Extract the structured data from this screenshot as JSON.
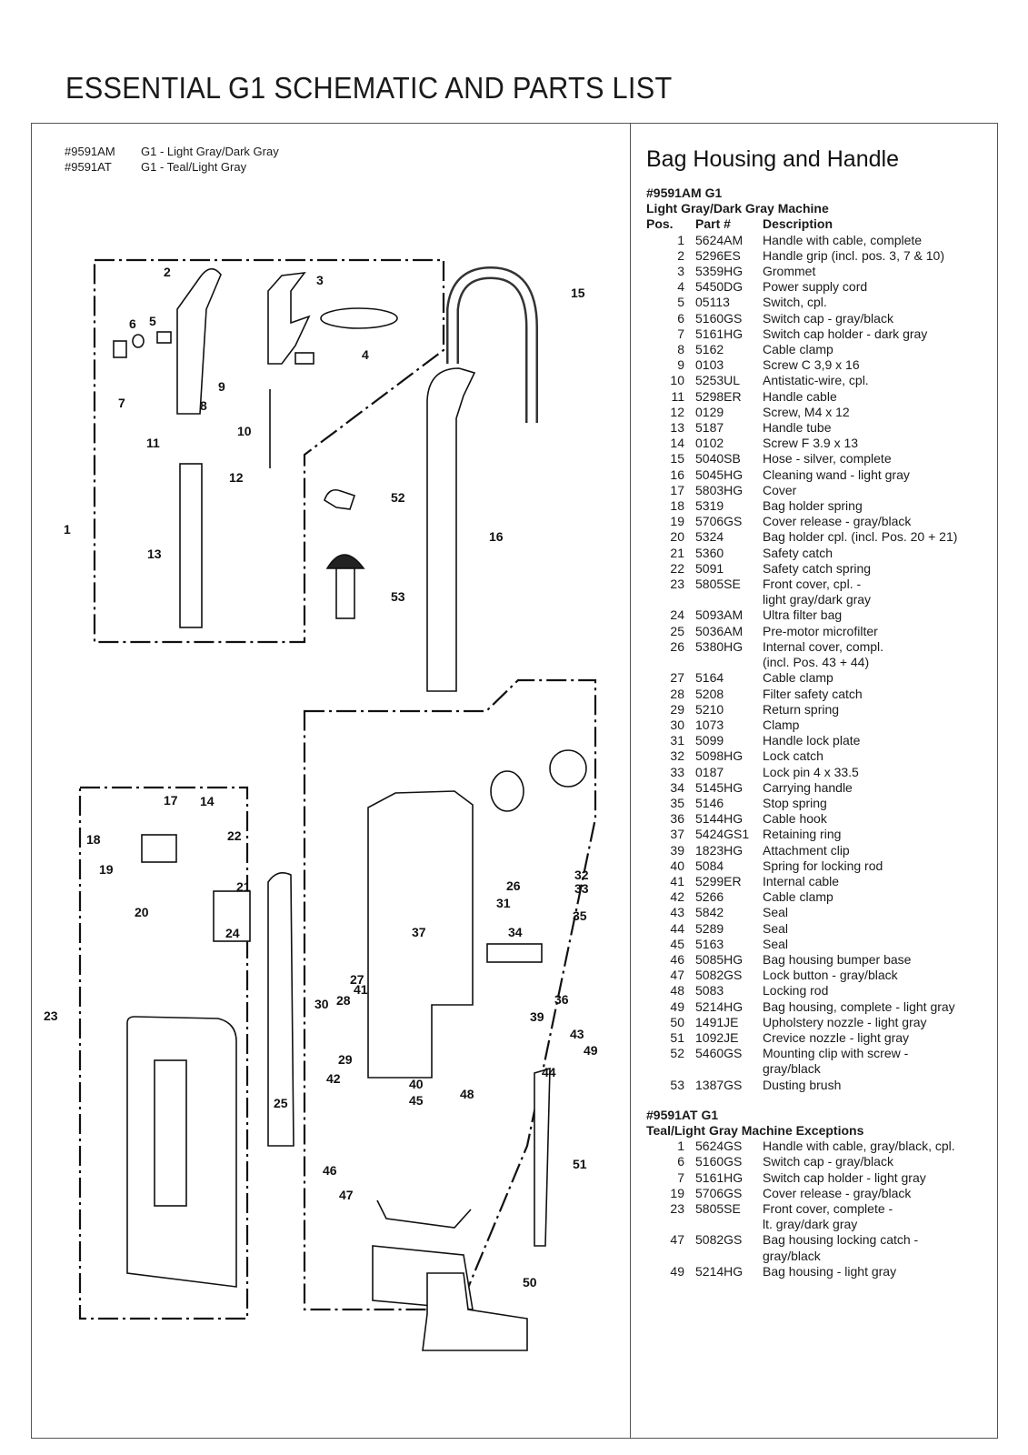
{
  "title": "ESSENTIAL G1 SCHEMATIC AND PARTS LIST",
  "models": [
    {
      "code": "#9591AM",
      "name": "G1 - Light Gray/Dark Gray"
    },
    {
      "code": "#9591AT",
      "name": "G1 - Teal/Light Gray"
    }
  ],
  "diagram": {
    "callouts": [
      "1",
      "2",
      "3",
      "4",
      "5",
      "6",
      "7",
      "8",
      "9",
      "10",
      "11",
      "12",
      "13",
      "14",
      "15",
      "16",
      "17",
      "18",
      "19",
      "20",
      "21",
      "22",
      "23",
      "24",
      "25",
      "26",
      "27",
      "28",
      "29",
      "30",
      "31",
      "32",
      "33",
      "34",
      "35",
      "36",
      "37",
      "39",
      "40",
      "41",
      "42",
      "43",
      "44",
      "45",
      "46",
      "47",
      "48",
      "49",
      "50",
      "51",
      "52",
      "53"
    ]
  },
  "parts_list": {
    "heading": "Bag Housing and Handle",
    "section1": {
      "model": "#9591AM G1",
      "machine": "Light Gray/Dark Gray Machine",
      "columns": {
        "pos": "Pos.",
        "part": "Part #",
        "desc": "Description"
      },
      "rows": [
        {
          "pos": "1",
          "part": "5624AM",
          "desc": "Handle with cable, complete"
        },
        {
          "pos": "2",
          "part": "5296ES",
          "desc": "Handle grip (incl. pos. 3, 7 & 10)"
        },
        {
          "pos": "3",
          "part": "5359HG",
          "desc": "Grommet"
        },
        {
          "pos": "4",
          "part": "5450DG",
          "desc": "Power supply cord"
        },
        {
          "pos": "5",
          "part": "05113",
          "desc": "Switch, cpl."
        },
        {
          "pos": "6",
          "part": "5160GS",
          "desc": "Switch cap - gray/black"
        },
        {
          "pos": "7",
          "part": "5161HG",
          "desc": "Switch cap holder - dark gray"
        },
        {
          "pos": "8",
          "part": "5162",
          "desc": "Cable clamp"
        },
        {
          "pos": "9",
          "part": "0103",
          "desc": "Screw C 3,9 x 16"
        },
        {
          "pos": "10",
          "part": "5253UL",
          "desc": "Antistatic-wire, cpl."
        },
        {
          "pos": "11",
          "part": "5298ER",
          "desc": "Handle cable"
        },
        {
          "pos": "12",
          "part": "0129",
          "desc": "Screw, M4 x 12"
        },
        {
          "pos": "13",
          "part": "5187",
          "desc": "Handle tube"
        },
        {
          "pos": "14",
          "part": "0102",
          "desc": "Screw F 3.9 x 13"
        },
        {
          "pos": "15",
          "part": "5040SB",
          "desc": "Hose - silver, complete"
        },
        {
          "pos": "16",
          "part": "5045HG",
          "desc": "Cleaning wand - light gray"
        },
        {
          "pos": "17",
          "part": "5803HG",
          "desc": "Cover"
        },
        {
          "pos": "18",
          "part": "5319",
          "desc": "Bag holder spring"
        },
        {
          "pos": "19",
          "part": "5706GS",
          "desc": "Cover release - gray/black"
        },
        {
          "pos": "20",
          "part": "5324",
          "desc": "Bag holder cpl. (incl. Pos. 20 + 21)"
        },
        {
          "pos": "21",
          "part": "5360",
          "desc": "Safety catch"
        },
        {
          "pos": "22",
          "part": "5091",
          "desc": "Safety catch spring"
        },
        {
          "pos": "23",
          "part": "5805SE",
          "desc": "Front cover, cpl. -",
          "desc2": "light gray/dark gray"
        },
        {
          "pos": "24",
          "part": "5093AM",
          "desc": "Ultra filter bag"
        },
        {
          "pos": "25",
          "part": "5036AM",
          "desc": "Pre-motor microfilter"
        },
        {
          "pos": "26",
          "part": "5380HG",
          "desc": "Internal cover, compl.",
          "desc2": "(incl. Pos. 43 + 44)"
        },
        {
          "pos": "27",
          "part": "5164",
          "desc": "Cable clamp"
        },
        {
          "pos": "28",
          "part": "5208",
          "desc": "Filter safety catch"
        },
        {
          "pos": "29",
          "part": "5210",
          "desc": "Return spring"
        },
        {
          "pos": "30",
          "part": "1073",
          "desc": "Clamp"
        },
        {
          "pos": "31",
          "part": "5099",
          "desc": "Handle lock plate"
        },
        {
          "pos": "32",
          "part": "5098HG",
          "desc": "Lock catch"
        },
        {
          "pos": "33",
          "part": "0187",
          "desc": "Lock pin 4 x 33.5"
        },
        {
          "pos": "34",
          "part": "5145HG",
          "desc": "Carrying handle"
        },
        {
          "pos": "35",
          "part": "5146",
          "desc": "Stop spring"
        },
        {
          "pos": "36",
          "part": "5144HG",
          "desc": "Cable hook"
        },
        {
          "pos": "37",
          "part": "5424GS1",
          "desc": "Retaining ring"
        },
        {
          "pos": "39",
          "part": "1823HG",
          "desc": "Attachment clip"
        },
        {
          "pos": "40",
          "part": "5084",
          "desc": "Spring for locking rod"
        },
        {
          "pos": "41",
          "part": "5299ER",
          "desc": "Internal cable"
        },
        {
          "pos": "42",
          "part": "5266",
          "desc": "Cable clamp"
        },
        {
          "pos": "43",
          "part": "5842",
          "desc": "Seal"
        },
        {
          "pos": "44",
          "part": "5289",
          "desc": "Seal"
        },
        {
          "pos": "45",
          "part": "5163",
          "desc": "Seal"
        },
        {
          "pos": "46",
          "part": "5085HG",
          "desc": "Bag housing bumper base"
        },
        {
          "pos": "47",
          "part": "5082GS",
          "desc": "Lock button - gray/black"
        },
        {
          "pos": "48",
          "part": "5083",
          "desc": "Locking rod"
        },
        {
          "pos": "49",
          "part": "5214HG",
          "desc": "Bag housing, complete - light gray"
        },
        {
          "pos": "50",
          "part": "1491JE",
          "desc": "Upholstery nozzle - light gray"
        },
        {
          "pos": "51",
          "part": "1092JE",
          "desc": "Crevice nozzle - light gray"
        },
        {
          "pos": "52",
          "part": "5460GS",
          "desc": "Mounting clip with screw -",
          "desc2": "gray/black"
        },
        {
          "pos": "53",
          "part": "1387GS",
          "desc": "Dusting brush"
        }
      ]
    },
    "section2": {
      "model": "#9591AT G1",
      "machine": "Teal/Light Gray Machine Exceptions",
      "rows": [
        {
          "pos": "1",
          "part": "5624GS",
          "desc": "Handle with cable, gray/black, cpl."
        },
        {
          "pos": "6",
          "part": "5160GS",
          "desc": "Switch cap - gray/black"
        },
        {
          "pos": "7",
          "part": "5161HG",
          "desc": "Switch cap holder - light gray"
        },
        {
          "pos": "19",
          "part": "5706GS",
          "desc": "Cover release - gray/black"
        },
        {
          "pos": "23",
          "part": "5805SE",
          "desc": "Front cover, complete -",
          "desc2": "lt. gray/dark gray"
        },
        {
          "pos": "47",
          "part": "5082GS",
          "desc": "Bag housing locking catch -",
          "desc2": "gray/black"
        },
        {
          "pos": "49",
          "part": "5214HG",
          "desc": "Bag housing - light gray"
        }
      ]
    }
  }
}
